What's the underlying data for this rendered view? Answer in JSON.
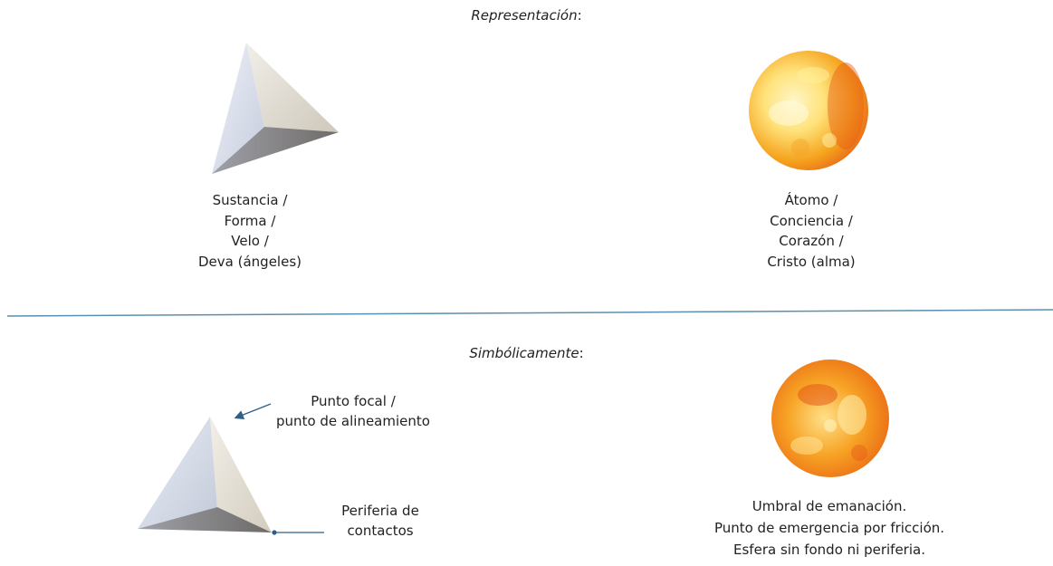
{
  "top_section": {
    "heading": "Representación",
    "heading_suffix": ":",
    "left_label_lines": [
      "Sustancia /",
      "Forma /",
      "Velo /",
      "Deva (ángeles)"
    ],
    "right_label_lines": [
      "Átomo /",
      "Conciencia /",
      "Corazón /",
      "Cristo (alma)"
    ]
  },
  "bottom_section": {
    "heading": "Simbólicamente",
    "heading_suffix": ":",
    "apex_annotation_lines": [
      "Punto focal /",
      "punto de alineamiento"
    ],
    "base_annotation_lines": [
      "Periferia de",
      "contactos"
    ],
    "right_label_lines": [
      "Umbral de emanación.",
      "Punto de emergencia por fricción.",
      "Esfera sin fondo ni periferia."
    ]
  },
  "colors": {
    "divider": "#5b8fae",
    "arrow": "#2e5f86",
    "sphere_light": "#fff5b8",
    "sphere_dark": "#e04c10"
  }
}
